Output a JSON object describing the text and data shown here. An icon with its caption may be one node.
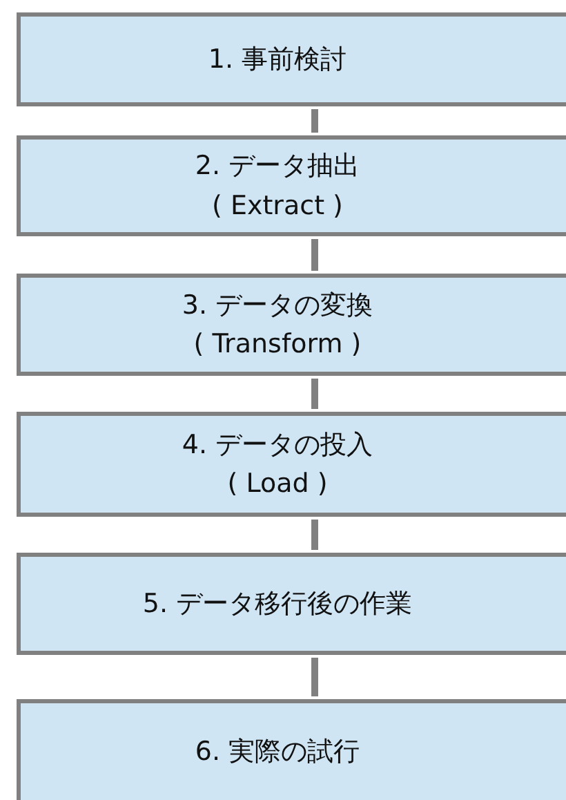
{
  "diagram": {
    "nodes": [
      {
        "text": [
          "1. 事前検討"
        ]
      },
      {
        "text": [
          "2. データ抽出",
          "( Extract )"
        ]
      },
      {
        "text": [
          "3. データの変換",
          "( Transform )"
        ]
      },
      {
        "text": [
          "4. データの投入",
          "( Load )"
        ]
      },
      {
        "text": [
          "5. データ移行後の作業"
        ]
      },
      {
        "text": [
          "6. 実際の試行"
        ]
      }
    ],
    "edges": [
      {
        "from": 0,
        "to": 1,
        "arrow": "none"
      },
      {
        "from": 1,
        "to": 2,
        "arrow": "none"
      },
      {
        "from": 2,
        "to": 3,
        "arrow": "none"
      },
      {
        "from": 3,
        "to": 4,
        "arrow": "none"
      },
      {
        "from": 4,
        "to": 5,
        "arrow": "none"
      }
    ]
  }
}
